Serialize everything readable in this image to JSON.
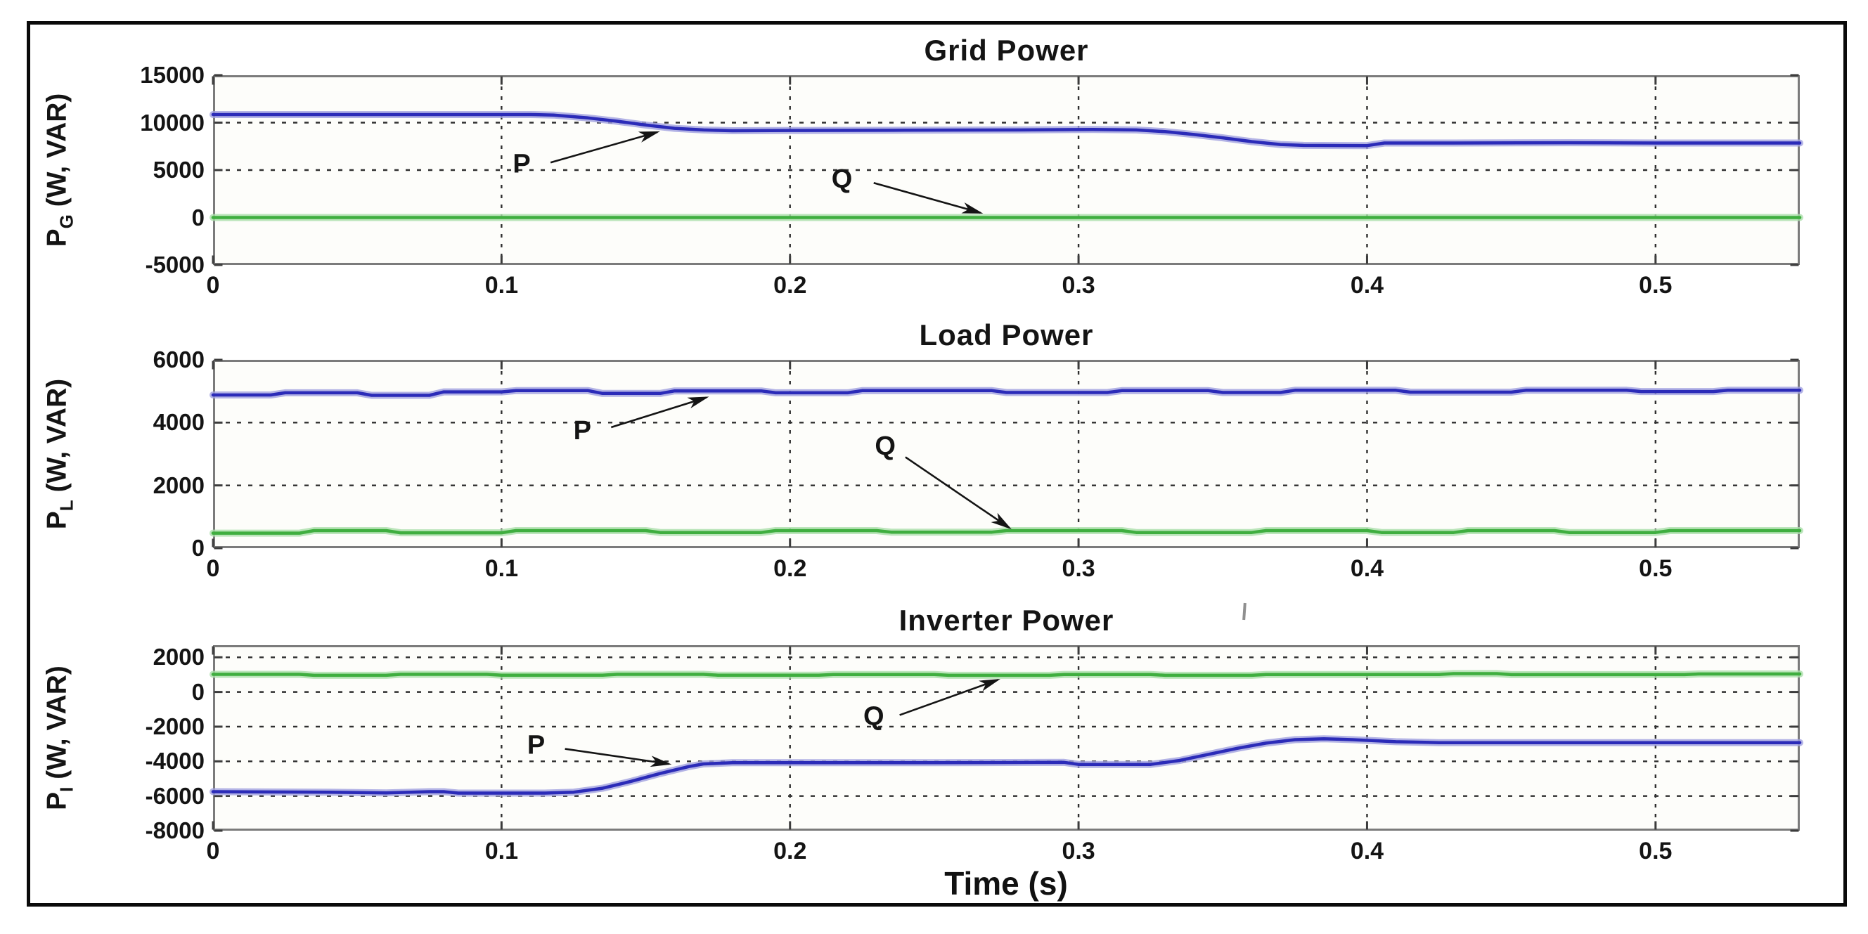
{
  "figure": {
    "xlabel": "Time (s)"
  },
  "colors": {
    "p_line": "#2b2bb8",
    "p_halo": "#a0a0e0",
    "q_line": "#3fae3f",
    "q_halo": "#aadfaa",
    "grid_dash": "#2f2f2f",
    "spine": "#7b7b7b",
    "tick": "#3c3c3c",
    "annotation": "#141414",
    "frame": "#0a0a0a",
    "plot_bg": "#fdfdfa"
  },
  "chart_data": [
    {
      "type": "line",
      "title": "Grid Power",
      "ylabel": {
        "base": "P",
        "sub": "G",
        "rest": " (W, VAR)"
      },
      "xlim": [
        0,
        0.55
      ],
      "xticks": [
        0,
        0.1,
        0.2,
        0.3,
        0.4,
        0.5
      ],
      "ylim": [
        -5000,
        15000
      ],
      "yticks": [
        15000,
        10000,
        5000,
        0,
        -5000
      ],
      "grid_lines_y": [
        10000,
        5000,
        0
      ],
      "grid_on": true,
      "legend": "none",
      "series": [
        {
          "name": "P",
          "color_key": "p",
          "points": [
            [
              0,
              10850
            ],
            [
              0.11,
              10850
            ],
            [
              0.118,
              10800
            ],
            [
              0.13,
              10500
            ],
            [
              0.14,
              10150
            ],
            [
              0.15,
              9750
            ],
            [
              0.16,
              9400
            ],
            [
              0.17,
              9230
            ],
            [
              0.18,
              9150
            ],
            [
              0.2,
              9180
            ],
            [
              0.24,
              9200
            ],
            [
              0.28,
              9230
            ],
            [
              0.305,
              9280
            ],
            [
              0.32,
              9230
            ],
            [
              0.33,
              9050
            ],
            [
              0.34,
              8750
            ],
            [
              0.35,
              8400
            ],
            [
              0.36,
              8000
            ],
            [
              0.37,
              7700
            ],
            [
              0.378,
              7600
            ],
            [
              0.4,
              7580
            ],
            [
              0.406,
              7850
            ],
            [
              0.43,
              7850
            ],
            [
              0.47,
              7880
            ],
            [
              0.5,
              7850
            ],
            [
              0.55,
              7850
            ]
          ]
        },
        {
          "name": "Q",
          "color_key": "q",
          "points": [
            [
              0,
              0
            ],
            [
              0.55,
              0
            ]
          ]
        }
      ],
      "annotations": [
        {
          "label": "P",
          "text_at": [
            0.107,
            5500
          ],
          "arrow_from": [
            0.117,
            5800
          ],
          "arrow_to": [
            0.154,
            9000
          ]
        },
        {
          "label": "Q",
          "text_at": [
            0.218,
            3900
          ],
          "arrow_from": [
            0.229,
            3650
          ],
          "arrow_to": [
            0.266,
            500
          ]
        }
      ]
    },
    {
      "type": "line",
      "title": "Load Power",
      "ylabel": {
        "base": "P",
        "sub": "L",
        "rest": " (W, VAR)"
      },
      "xlim": [
        0,
        0.55
      ],
      "xticks": [
        0,
        0.1,
        0.2,
        0.3,
        0.4,
        0.5
      ],
      "ylim": [
        0,
        6000
      ],
      "yticks": [
        6000,
        4000,
        2000,
        0
      ],
      "grid_lines_y": [
        4000,
        2000
      ],
      "grid_on": true,
      "legend": "none",
      "series": [
        {
          "name": "P",
          "color_key": "p",
          "points": [
            [
              0,
              4880
            ],
            [
              0.02,
              4880
            ],
            [
              0.025,
              4950
            ],
            [
              0.05,
              4950
            ],
            [
              0.055,
              4870
            ],
            [
              0.075,
              4870
            ],
            [
              0.08,
              4980
            ],
            [
              0.1,
              4980
            ],
            [
              0.105,
              5020
            ],
            [
              0.13,
              5020
            ],
            [
              0.135,
              4930
            ],
            [
              0.155,
              4930
            ],
            [
              0.16,
              5010
            ],
            [
              0.19,
              5010
            ],
            [
              0.195,
              4950
            ],
            [
              0.22,
              4950
            ],
            [
              0.225,
              5020
            ],
            [
              0.27,
              5020
            ],
            [
              0.275,
              4960
            ],
            [
              0.31,
              4960
            ],
            [
              0.315,
              5020
            ],
            [
              0.345,
              5020
            ],
            [
              0.35,
              4960
            ],
            [
              0.37,
              4960
            ],
            [
              0.375,
              5030
            ],
            [
              0.41,
              5030
            ],
            [
              0.415,
              4970
            ],
            [
              0.45,
              4970
            ],
            [
              0.455,
              5030
            ],
            [
              0.49,
              5030
            ],
            [
              0.495,
              4990
            ],
            [
              0.52,
              4990
            ],
            [
              0.525,
              5030
            ],
            [
              0.55,
              5030
            ]
          ]
        },
        {
          "name": "Q",
          "color_key": "q",
          "points": [
            [
              0,
              480
            ],
            [
              0.03,
              480
            ],
            [
              0.035,
              560
            ],
            [
              0.06,
              560
            ],
            [
              0.065,
              490
            ],
            [
              0.1,
              490
            ],
            [
              0.105,
              560
            ],
            [
              0.15,
              560
            ],
            [
              0.155,
              500
            ],
            [
              0.19,
              500
            ],
            [
              0.195,
              560
            ],
            [
              0.23,
              560
            ],
            [
              0.235,
              510
            ],
            [
              0.27,
              510
            ],
            [
              0.275,
              560
            ],
            [
              0.315,
              560
            ],
            [
              0.32,
              500
            ],
            [
              0.36,
              500
            ],
            [
              0.365,
              560
            ],
            [
              0.4,
              560
            ],
            [
              0.405,
              500
            ],
            [
              0.43,
              500
            ],
            [
              0.435,
              560
            ],
            [
              0.465,
              560
            ],
            [
              0.47,
              500
            ],
            [
              0.5,
              500
            ],
            [
              0.505,
              560
            ],
            [
              0.55,
              560
            ]
          ]
        }
      ],
      "annotations": [
        {
          "label": "P",
          "text_at": [
            0.128,
            3700
          ],
          "arrow_from": [
            0.138,
            3850
          ],
          "arrow_to": [
            0.171,
            4800
          ]
        },
        {
          "label": "Q",
          "text_at": [
            0.233,
            3200
          ],
          "arrow_from": [
            0.24,
            2900
          ],
          "arrow_to": [
            0.276,
            650
          ]
        }
      ]
    },
    {
      "type": "line",
      "title": "Inverter Power",
      "ylabel": {
        "base": "P",
        "sub": "I",
        "rest": " (W, VAR)"
      },
      "xlim": [
        0,
        0.55
      ],
      "xticks": [
        0,
        0.1,
        0.2,
        0.3,
        0.4,
        0.5
      ],
      "ylim": [
        -8000,
        2700
      ],
      "yticks": [
        2000,
        0,
        -2000,
        -4000,
        -6000,
        -8000
      ],
      "grid_lines_y": [
        2000,
        0,
        -2000,
        -4000,
        -6000
      ],
      "grid_on": true,
      "legend": "none",
      "series": [
        {
          "name": "P",
          "color_key": "p",
          "points": [
            [
              0,
              -5750
            ],
            [
              0.04,
              -5780
            ],
            [
              0.06,
              -5820
            ],
            [
              0.075,
              -5750
            ],
            [
              0.08,
              -5750
            ],
            [
              0.085,
              -5830
            ],
            [
              0.115,
              -5830
            ],
            [
              0.125,
              -5780
            ],
            [
              0.135,
              -5550
            ],
            [
              0.145,
              -5150
            ],
            [
              0.155,
              -4700
            ],
            [
              0.165,
              -4300
            ],
            [
              0.17,
              -4150
            ],
            [
              0.18,
              -4080
            ],
            [
              0.25,
              -4080
            ],
            [
              0.295,
              -4060
            ],
            [
              0.3,
              -4180
            ],
            [
              0.325,
              -4180
            ],
            [
              0.335,
              -3950
            ],
            [
              0.345,
              -3600
            ],
            [
              0.355,
              -3250
            ],
            [
              0.365,
              -2950
            ],
            [
              0.375,
              -2750
            ],
            [
              0.385,
              -2700
            ],
            [
              0.395,
              -2750
            ],
            [
              0.41,
              -2870
            ],
            [
              0.425,
              -2920
            ],
            [
              0.55,
              -2920
            ]
          ]
        },
        {
          "name": "Q",
          "color_key": "q",
          "points": [
            [
              0,
              1020
            ],
            [
              0.03,
              1020
            ],
            [
              0.035,
              960
            ],
            [
              0.06,
              960
            ],
            [
              0.065,
              1020
            ],
            [
              0.095,
              1020
            ],
            [
              0.1,
              970
            ],
            [
              0.135,
              970
            ],
            [
              0.14,
              1020
            ],
            [
              0.17,
              1020
            ],
            [
              0.175,
              970
            ],
            [
              0.21,
              970
            ],
            [
              0.215,
              1010
            ],
            [
              0.25,
              1010
            ],
            [
              0.255,
              960
            ],
            [
              0.29,
              960
            ],
            [
              0.295,
              1010
            ],
            [
              0.325,
              1010
            ],
            [
              0.33,
              960
            ],
            [
              0.36,
              960
            ],
            [
              0.365,
              1010
            ],
            [
              0.425,
              1010
            ],
            [
              0.43,
              1060
            ],
            [
              0.445,
              1060
            ],
            [
              0.45,
              1000
            ],
            [
              0.51,
              1000
            ],
            [
              0.515,
              1040
            ],
            [
              0.55,
              1040
            ]
          ]
        }
      ],
      "annotations": [
        {
          "label": "P",
          "text_at": [
            0.112,
            -3150
          ],
          "arrow_from": [
            0.122,
            -3280
          ],
          "arrow_to": [
            0.158,
            -4150
          ]
        },
        {
          "label": "Q",
          "text_at": [
            0.229,
            -1500
          ],
          "arrow_from": [
            0.238,
            -1330
          ],
          "arrow_to": [
            0.272,
            700
          ]
        }
      ]
    }
  ]
}
